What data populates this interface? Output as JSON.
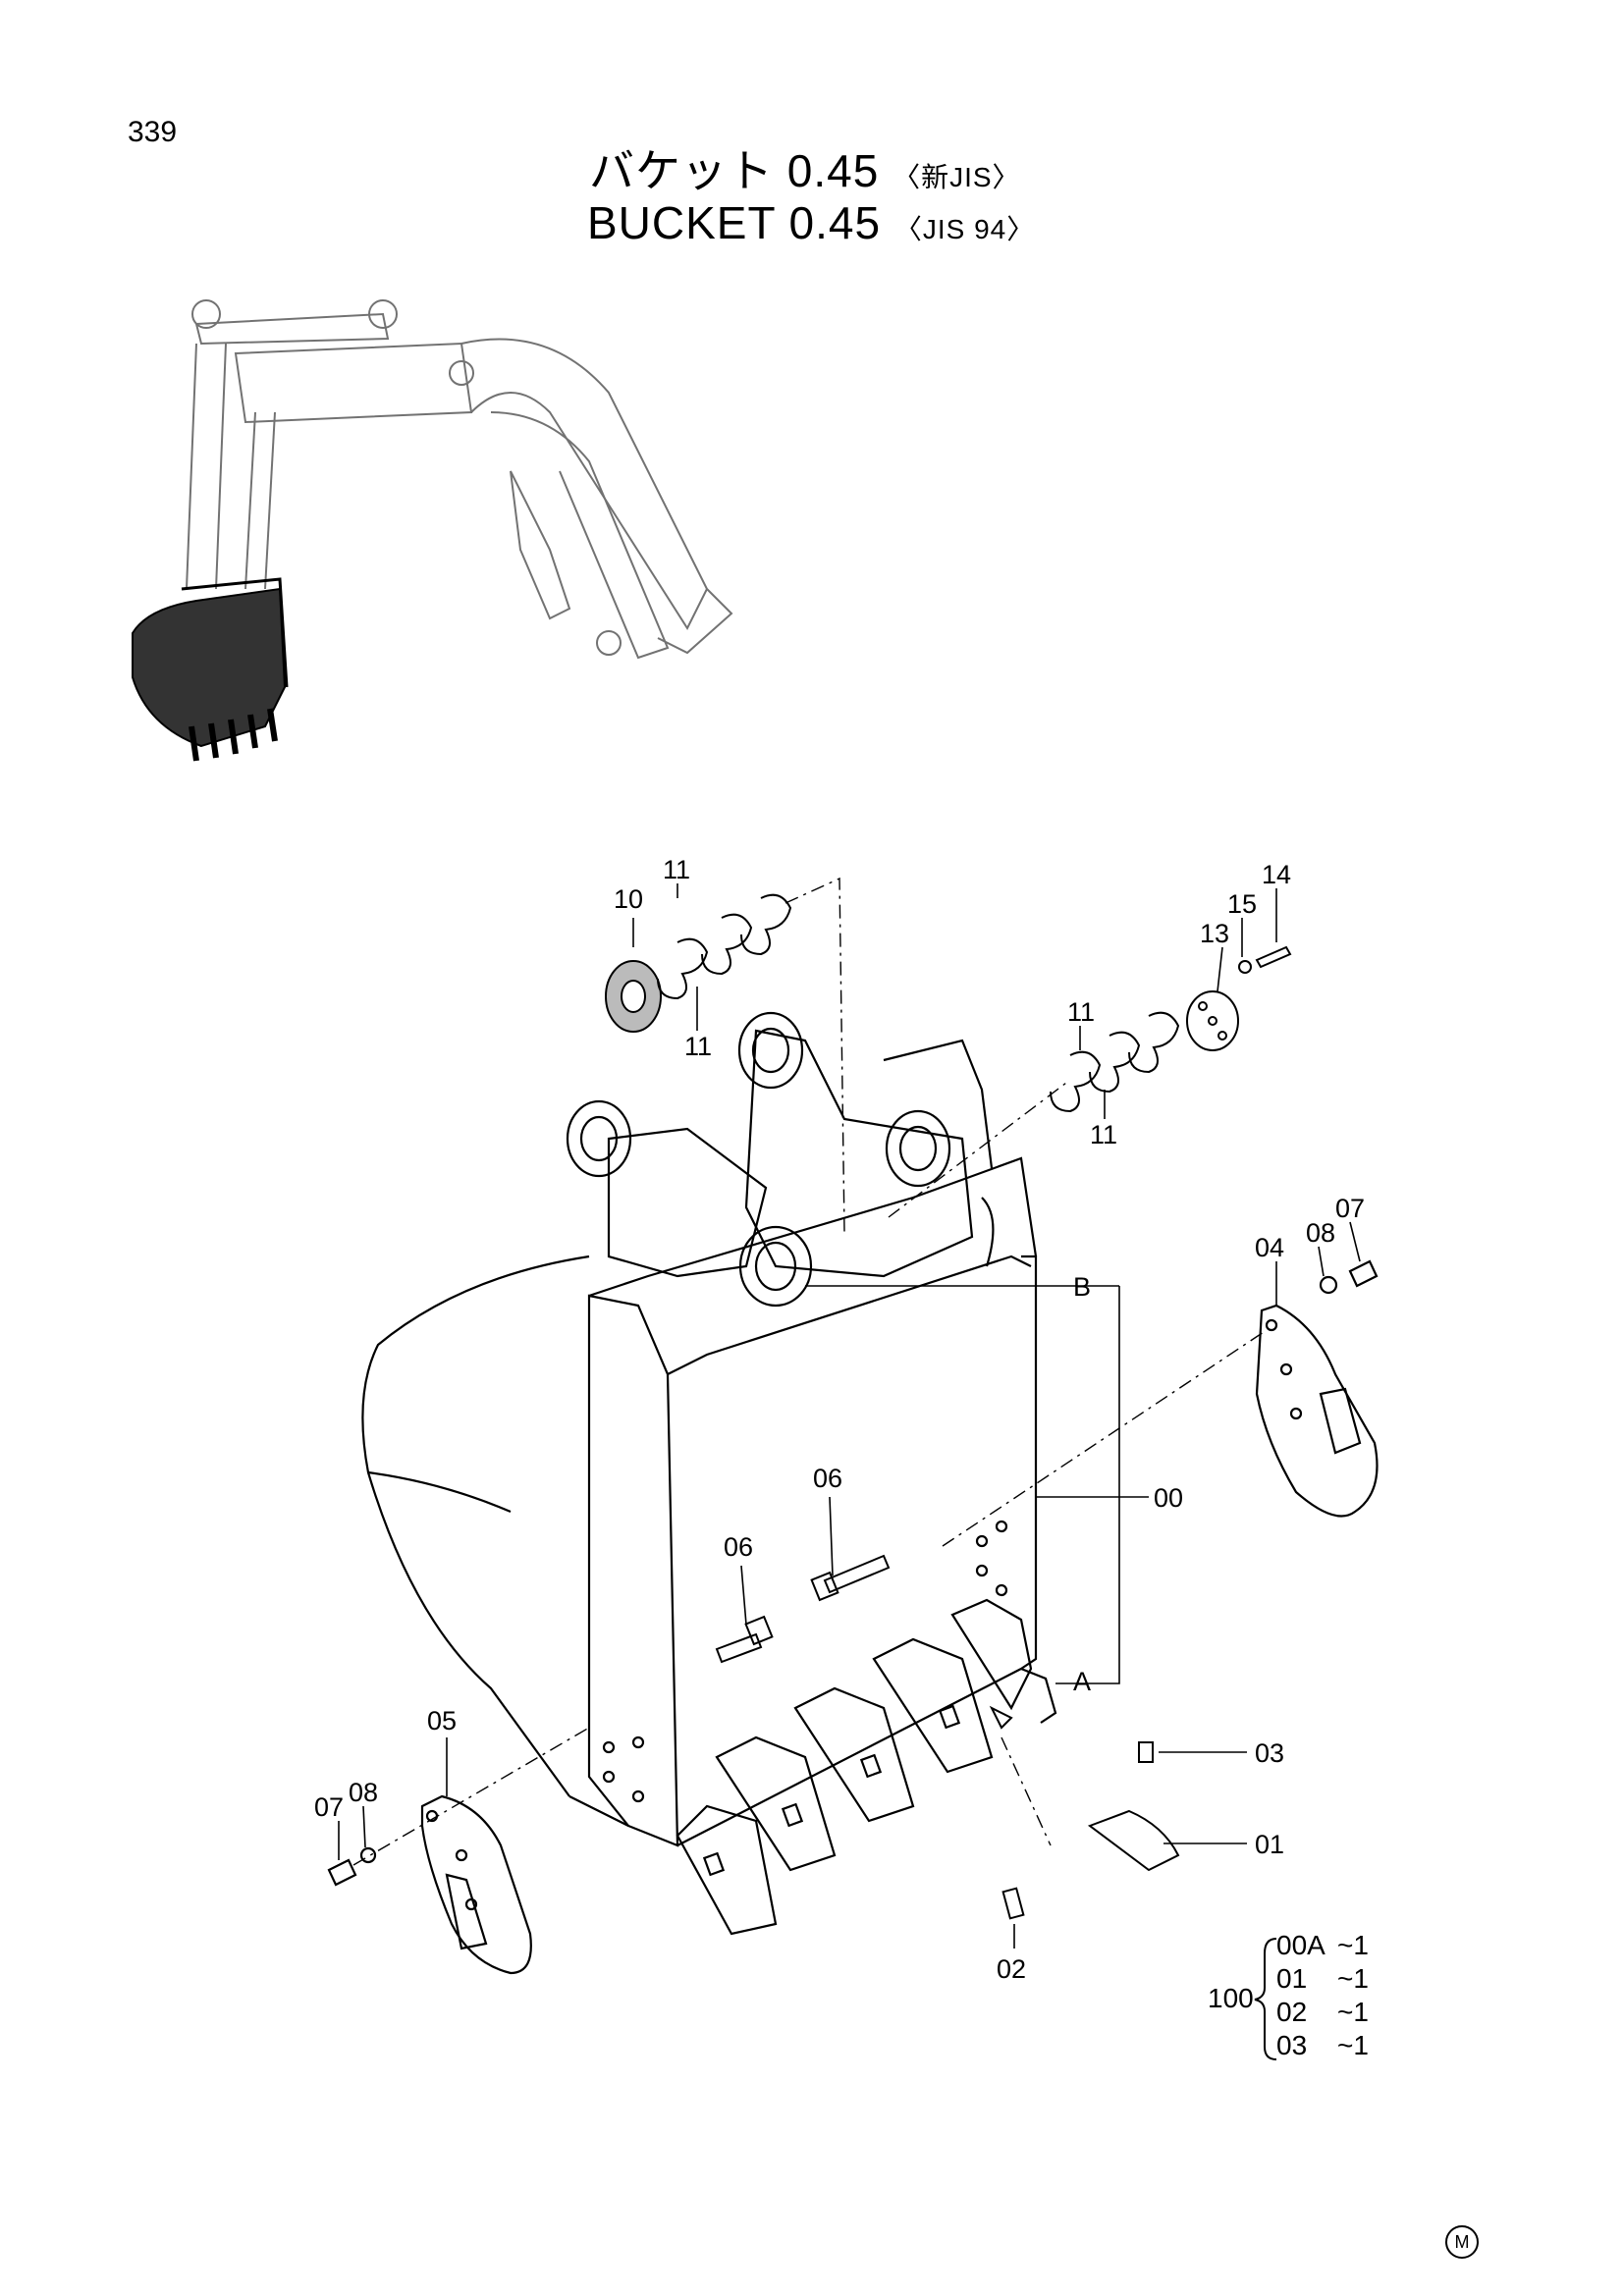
{
  "page_number": "339",
  "title_jp": "バケット 0.45",
  "title_jp_suffix": "〈新JIS〉",
  "title_en": "BUCKET 0.45",
  "title_en_suffix": "〈JIS 94〉",
  "callouts": {
    "c00": "00",
    "c01": "01",
    "c02": "02",
    "c03": "03",
    "c04": "04",
    "c05": "05",
    "c06a": "06",
    "c06b": "06",
    "c07a": "07",
    "c07b": "07",
    "c08a": "08",
    "c08b": "08",
    "c10": "10",
    "c11a": "11",
    "c11b": "11",
    "c11c": "11",
    "c11d": "11",
    "c13": "13",
    "c14": "14",
    "c15": "15",
    "refA": "A",
    "refB": "B"
  },
  "kit": {
    "parent": "100",
    "items": [
      {
        "part": "00A",
        "qty": "~1"
      },
      {
        "part": "01",
        "qty": "~1"
      },
      {
        "part": "02",
        "qty": "~1"
      },
      {
        "part": "03",
        "qty": "~1"
      }
    ]
  },
  "corner_mark": "M"
}
